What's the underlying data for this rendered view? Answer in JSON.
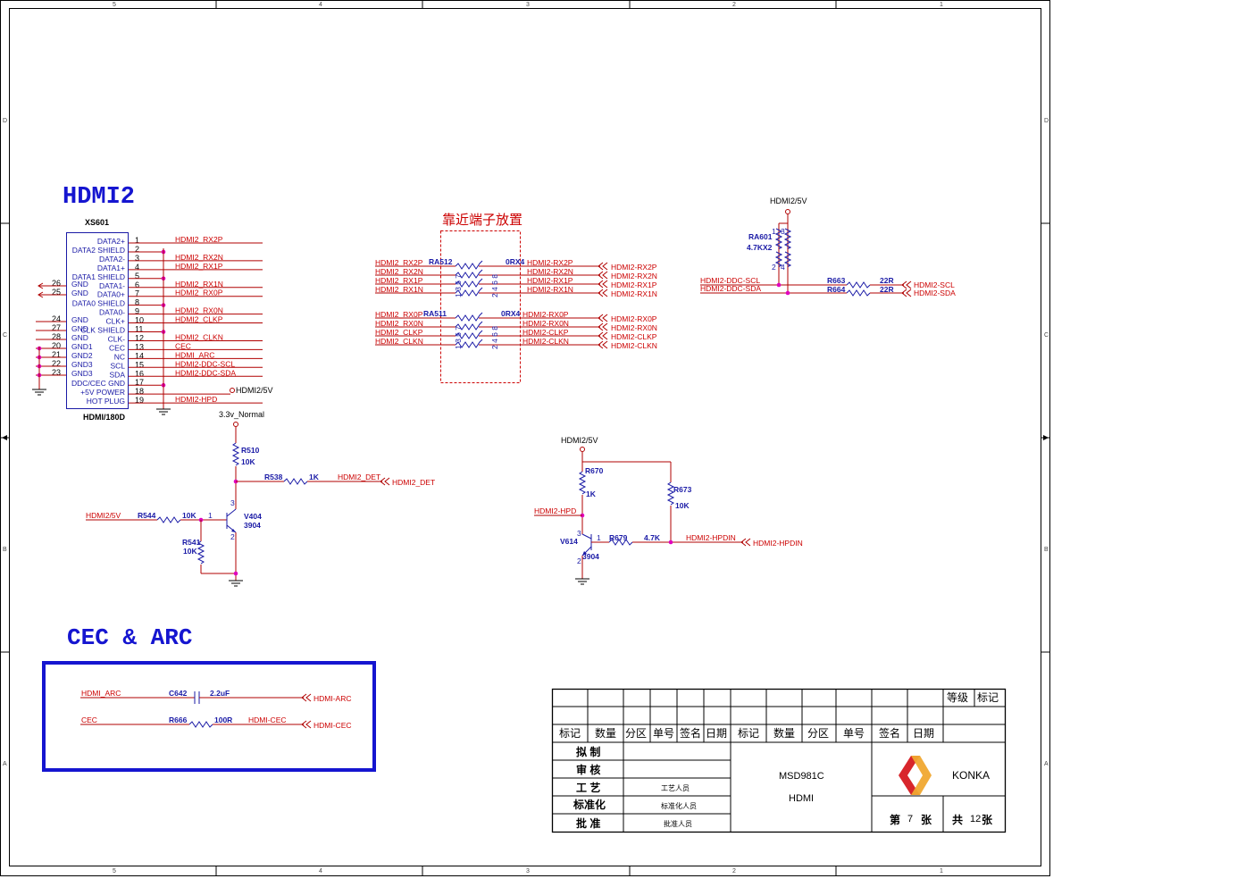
{
  "border": {
    "cols": [
      "5",
      "4",
      "3",
      "2",
      "1"
    ],
    "rows": [
      "D",
      "C",
      "B",
      "A"
    ]
  },
  "hdmi": {
    "title": "HDMI2",
    "connector": {
      "ref": "XS601",
      "type": "HDMI/180D",
      "inner_labels": [
        "DATA2+",
        "DATA2 SHIELD",
        "DATA2-",
        "DATA1+",
        "DATA1 SHIELD",
        "DATA1-",
        "DATA0+",
        "DATA0 SHIELD",
        "DATA0-",
        "CLK+",
        "CLK SHIELD",
        "CLK-",
        "CEC",
        "NC",
        "SCL",
        "SDA",
        "DDC/CEC GND",
        "+5V POWER",
        "HOT PLUG"
      ],
      "gnd_labels": [
        "GND",
        "GND",
        "GND",
        "GND",
        "GND",
        "GND1",
        "GND2",
        "GND3",
        "GND3"
      ],
      "gnd_pins": [
        "26",
        "25",
        "24",
        "27",
        "28",
        "20",
        "21",
        "22",
        "23"
      ],
      "pins": [
        "1",
        "2",
        "3",
        "4",
        "5",
        "6",
        "7",
        "8",
        "9",
        "10",
        "11",
        "12",
        "13",
        "14",
        "15",
        "16",
        "17",
        "18",
        "19"
      ],
      "nets": [
        "HDMI2_RX2P",
        "",
        "HDMI2_RX2N",
        "HDMI2_RX1P",
        "",
        "HDMI2_RX1N",
        "HDMI2_RX0P",
        "",
        "HDMI2_RX0N",
        "HDMI2_CLKP",
        "",
        "HDMI2_CLKN",
        "CEC",
        "HDMI_ARC",
        "HDMI2-DDC-SCL",
        "HDMI2-DDC-SDA",
        "",
        "",
        "HDMI2-HPD"
      ],
      "pin18_net": "HDMI2/5V"
    }
  },
  "placement_note": "靠近端子放置",
  "ra512": {
    "ref": "RA512",
    "value": "0RX4",
    "pin_odd": "1 3 5 7",
    "pin_even": "2 4 6 8",
    "left_nets": [
      "HDMI2_RX2P",
      "HDMI2_RX2N",
      "HDMI2_RX1P",
      "HDMI2_RX1N"
    ],
    "right_nets": [
      "HDMI2-RX2P",
      "HDMI2-RX2N",
      "HDMI2-RX1P",
      "HDMI2-RX1N"
    ],
    "ports": [
      "HDMI2-RX2P",
      "HDMI2-RX2N",
      "HDMI2-RX1P",
      "HDMI2-RX1N"
    ]
  },
  "ra511": {
    "ref": "RA511",
    "value": "0RX4",
    "pin_odd": "1 3 5 7",
    "pin_even": "2 4 6 8",
    "left_nets": [
      "HDMI2_RX0P",
      "HDMI2_RX0N",
      "HDMI2_CLKP",
      "HDMI2_CLKN"
    ],
    "right_nets": [
      "HDMI2-RX0P",
      "HDMI2-RX0N",
      "HDMI2-CLKP",
      "HDMI2-CLKN"
    ],
    "ports": [
      "HDMI2-RX0P",
      "HDMI2-RX0N",
      "HDMI2-CLKP",
      "HDMI2-CLKN"
    ]
  },
  "ddc": {
    "supply": "HDMI2/5V",
    "ra601_ref": "RA601",
    "ra601_value": "4.7KX2",
    "ra601_pins": [
      "1",
      "3",
      "2",
      "4"
    ],
    "nets": [
      "HDMI2-DDC-SCL",
      "HDMI2-DDC-SDA"
    ],
    "r663": "R663",
    "r664": "R664",
    "r_value": "22R",
    "ports": [
      "HDMI2-SCL",
      "HDMI2-SDA"
    ]
  },
  "detect": {
    "supply": "3.3v_Normal",
    "r510": "R510",
    "r510_value": "10K",
    "r538": "R538",
    "r538_value": "1K",
    "out_net": "HDMI2_DET",
    "out_port": "HDMI2_DET",
    "in_net": "HDMI2/5V",
    "r544": "R544",
    "r544_value": "10K",
    "r541": "R541",
    "r541_value": "10K",
    "q_ref": "V404",
    "q_type": "3904",
    "q_pins": [
      "1",
      "3",
      "2"
    ]
  },
  "hpd": {
    "supply": "HDMI2/5V",
    "r670": "R670",
    "r670_value": "1K",
    "r673": "R673",
    "r673_value": "10K",
    "in_net": "HDMI2-HPD",
    "q_ref": "V614",
    "q_type": "3904",
    "q_pins": [
      "1",
      "3",
      "2"
    ],
    "r679": "R679",
    "r679_value": "4.7K",
    "out_net": "HDMI2-HPDIN",
    "out_port": "HDMI2-HPDIN"
  },
  "cec": {
    "title": "CEC & ARC",
    "arc_net": "HDMI_ARC",
    "c_ref": "C642",
    "c_value": "2.2uF",
    "arc_port": "HDMI-ARC",
    "cec_net": "CEC",
    "r_ref": "R666",
    "r_value": "100R",
    "cec_net2": "HDMI-CEC",
    "cec_port": "HDMI-CEC"
  },
  "title_block": {
    "grade": "等级",
    "mark": "标记",
    "header_left": [
      "标记",
      "数量",
      "分区",
      "单号",
      "签名",
      "日期"
    ],
    "header_right": [
      "标记",
      "数量",
      "分区",
      "单号",
      "签名",
      "日期"
    ],
    "roles": [
      "拟 制",
      "审 核",
      "工 艺",
      "标准化",
      "批 准"
    ],
    "role_values": [
      "",
      "",
      "工艺人员",
      "标准化人员",
      "批准人员"
    ],
    "model": "MSD981C",
    "sheet_name": "HDMI",
    "company": "KONKA",
    "sheet_prefix": "第",
    "sheet_no": "7",
    "sheet_suffix": "张",
    "total_prefix": "共",
    "total_no": "12",
    "total_suffix": "张",
    "logo_colors": [
      "#d8262c",
      "#f0a830"
    ]
  }
}
